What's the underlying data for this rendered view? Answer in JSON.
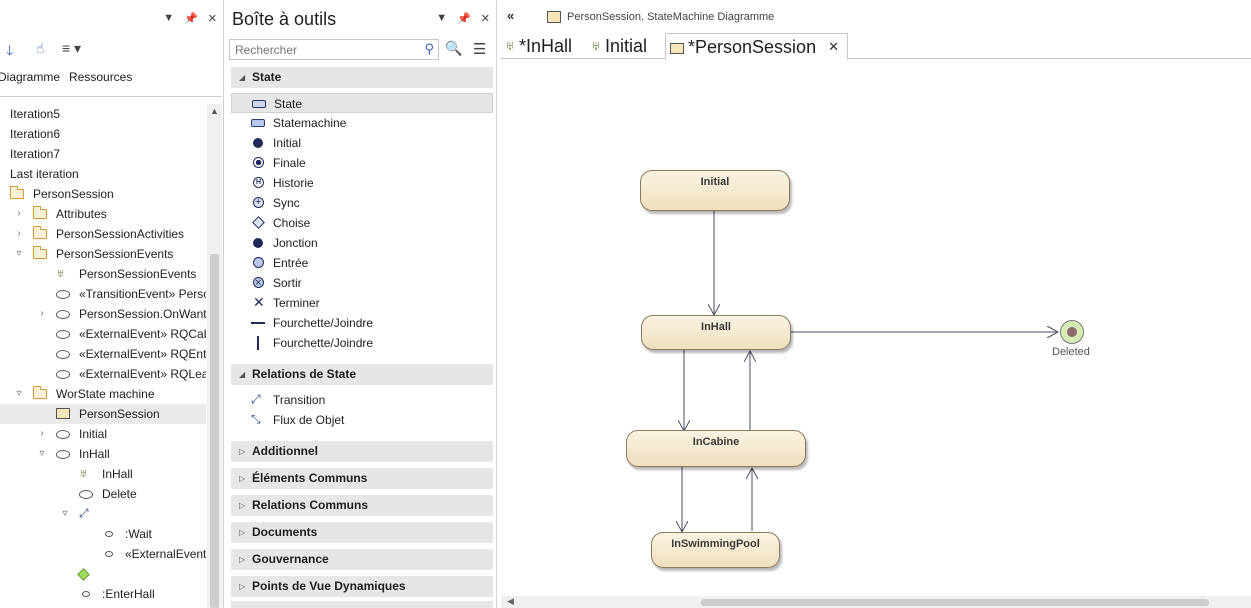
{
  "browser": {
    "toolbar": {
      "down_icon": "arrow-down-icon",
      "hand_icon": "pointer-hand-icon",
      "menu_icon": "hamburger-menu-icon"
    },
    "tabs": [
      "Diagramme",
      "Ressources"
    ],
    "tree": [
      {
        "label": "Iteration5",
        "icon": "none",
        "twisty": ""
      },
      {
        "label": "Iteration6",
        "icon": "none",
        "twisty": ""
      },
      {
        "label": "Iteration7",
        "icon": "none",
        "twisty": ""
      },
      {
        "label": "Last iteration",
        "icon": "none",
        "twisty": ""
      },
      {
        "label": "PersonSession",
        "icon": "folder",
        "twisty": ""
      },
      {
        "label": "Attributes",
        "icon": "folder",
        "twisty": "collapsed"
      },
      {
        "label": "PersonSessionActivities",
        "icon": "folder",
        "twisty": "collapsed"
      },
      {
        "label": "PersonSessionEvents",
        "icon": "folder",
        "twisty": "expanded"
      },
      {
        "label": "PersonSessionEvents",
        "icon": "statemachine",
        "twisty": ""
      },
      {
        "label": "«TransitionEvent» Perso",
        "icon": "oval",
        "twisty": ""
      },
      {
        "label": "PersonSession.OnWantL",
        "icon": "oval",
        "twisty": "collapsed"
      },
      {
        "label": "«ExternalEvent» RQCabi",
        "icon": "oval",
        "twisty": ""
      },
      {
        "label": "«ExternalEvent» RQEnter",
        "icon": "oval",
        "twisty": ""
      },
      {
        "label": "«ExternalEvent» RQLeav",
        "icon": "oval",
        "twisty": ""
      },
      {
        "label": "WorState machine",
        "icon": "folder",
        "twisty": "expanded"
      },
      {
        "label": "PersonSession",
        "icon": "diagram",
        "twisty": "",
        "selected": true
      },
      {
        "label": "Initial",
        "icon": "oval",
        "twisty": "collapsed"
      },
      {
        "label": "InHall",
        "icon": "oval",
        "twisty": "expanded"
      },
      {
        "label": "InHall",
        "icon": "statemachine",
        "twisty": ""
      },
      {
        "label": "Delete",
        "icon": "oval",
        "twisty": ""
      },
      {
        "label": "",
        "icon": "transition",
        "twisty": "expanded"
      },
      {
        "label": ":Wait",
        "icon": "oval-small",
        "twisty": ""
      },
      {
        "label": "«ExternalEvent»",
        "icon": "oval-small",
        "twisty": ""
      },
      {
        "label": "",
        "icon": "diamond",
        "twisty": ""
      },
      {
        "label": ":EnterHall",
        "icon": "oval-small",
        "twisty": ""
      }
    ]
  },
  "toolbox": {
    "title": "Boîte à outils",
    "search_placeholder": "Rechercher",
    "sections": [
      {
        "label": "State",
        "expanded": true,
        "items": [
          {
            "label": "State",
            "icon": "state-icon",
            "selected": true
          },
          {
            "label": "Statemachine",
            "icon": "statemachine-icon"
          },
          {
            "label": "Initial",
            "icon": "initial-icon"
          },
          {
            "label": "Finale",
            "icon": "final-icon"
          },
          {
            "label": "Historie",
            "icon": "history-icon"
          },
          {
            "label": "Sync",
            "icon": "sync-icon"
          },
          {
            "label": "Choise",
            "icon": "choice-icon"
          },
          {
            "label": "Jonction",
            "icon": "junction-icon"
          },
          {
            "label": "Entrée",
            "icon": "entry-icon"
          },
          {
            "label": "Sortir",
            "icon": "exit-icon"
          },
          {
            "label": "Terminer",
            "icon": "terminate-icon"
          },
          {
            "label": "Fourchette/Joindre",
            "icon": "fork-horizontal-icon"
          },
          {
            "label": "Fourchette/Joindre",
            "icon": "fork-vertical-icon"
          }
        ]
      },
      {
        "label": "Relations de State",
        "expanded": true,
        "items": [
          {
            "label": "Transition",
            "icon": "transition-icon"
          },
          {
            "label": "Flux de Objet",
            "icon": "object-flow-icon"
          }
        ]
      },
      {
        "label": "Additionnel",
        "expanded": false,
        "items": []
      },
      {
        "label": "Éléments Communs",
        "expanded": false,
        "items": []
      },
      {
        "label": "Relations Communs",
        "expanded": false,
        "items": []
      },
      {
        "label": "Documents",
        "expanded": false,
        "items": []
      },
      {
        "label": "Gouvernance",
        "expanded": false,
        "items": []
      },
      {
        "label": "Points de Vue Dynamiques",
        "expanded": false,
        "items": []
      }
    ]
  },
  "diagram": {
    "breadcrumb": "PersonSession.  StateMachine Diagramme",
    "tabs": [
      {
        "label": "*InHall",
        "icon": "statemachine-icon",
        "active": false
      },
      {
        "label": "Initial",
        "icon": "statemachine-icon",
        "active": false
      },
      {
        "label": "*PersonSession",
        "icon": "diagram-icon",
        "active": true
      }
    ],
    "nodes": {
      "initial": "Initial",
      "inhall": "InHall",
      "incabine": "InCabine",
      "inswimmingpool": "InSwimmingPool",
      "final": "Deleted"
    }
  },
  "colors": {
    "node_fill_top": "#faf3e3",
    "node_fill_bottom": "#efdfbd",
    "node_border": "#8d7a5d",
    "final_fill": "#d7ecb3",
    "section_bg": "#e6e6e6",
    "accent": "#3a63c4"
  }
}
